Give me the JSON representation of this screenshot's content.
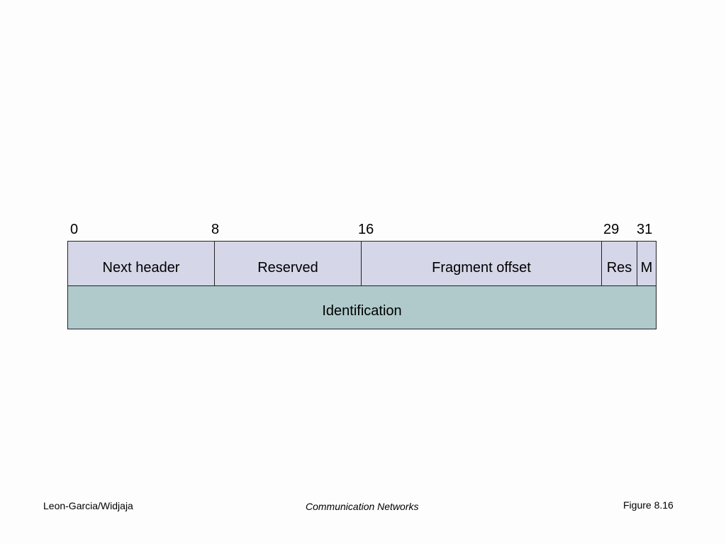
{
  "diagram": {
    "bit_positions": [
      "0",
      "8",
      "16",
      "29",
      "31"
    ],
    "fields_row1": [
      {
        "label": "Next header"
      },
      {
        "label": "Reserved"
      },
      {
        "label": "Fragment offset"
      },
      {
        "label": "Res"
      },
      {
        "label": "M"
      }
    ],
    "fields_row2_label": "Identification",
    "colors": {
      "row1_fill": "#d5d6e8",
      "row2_fill": "#b0cacb",
      "border": "#222222"
    }
  },
  "footer": {
    "left": "Leon-Garcia/Widjaja",
    "center": "Communication Networks",
    "right": "Figure 8.16"
  }
}
